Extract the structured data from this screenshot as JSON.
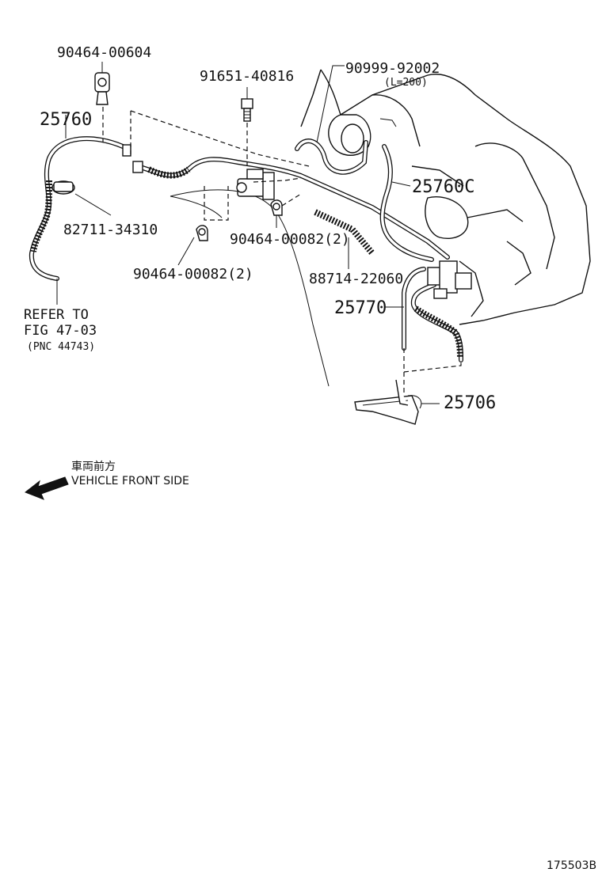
{
  "labels": {
    "p_90464_00604": "90464-00604",
    "p_91651_40816": "91651-40816",
    "p_90999_92002": "90999-92002",
    "p_90999_note": "(L=200)",
    "p_25760": "25760",
    "p_25760C": "25760C",
    "p_82711_34310": "82711-34310",
    "p_90464_00082_a": "90464-00082(2)",
    "p_90464_00082_b": "90464-00082(2)",
    "p_88714_22060": "88714-22060",
    "p_25770": "25770",
    "p_25706": "25706"
  },
  "reference": {
    "line1": "REFER TO",
    "line2": "FIG 47-03",
    "line3": "(PNC 44743)"
  },
  "direction": {
    "japanese": "車両前方",
    "english": "VEHICLE FRONT SIDE"
  },
  "figure_id": "175503B"
}
